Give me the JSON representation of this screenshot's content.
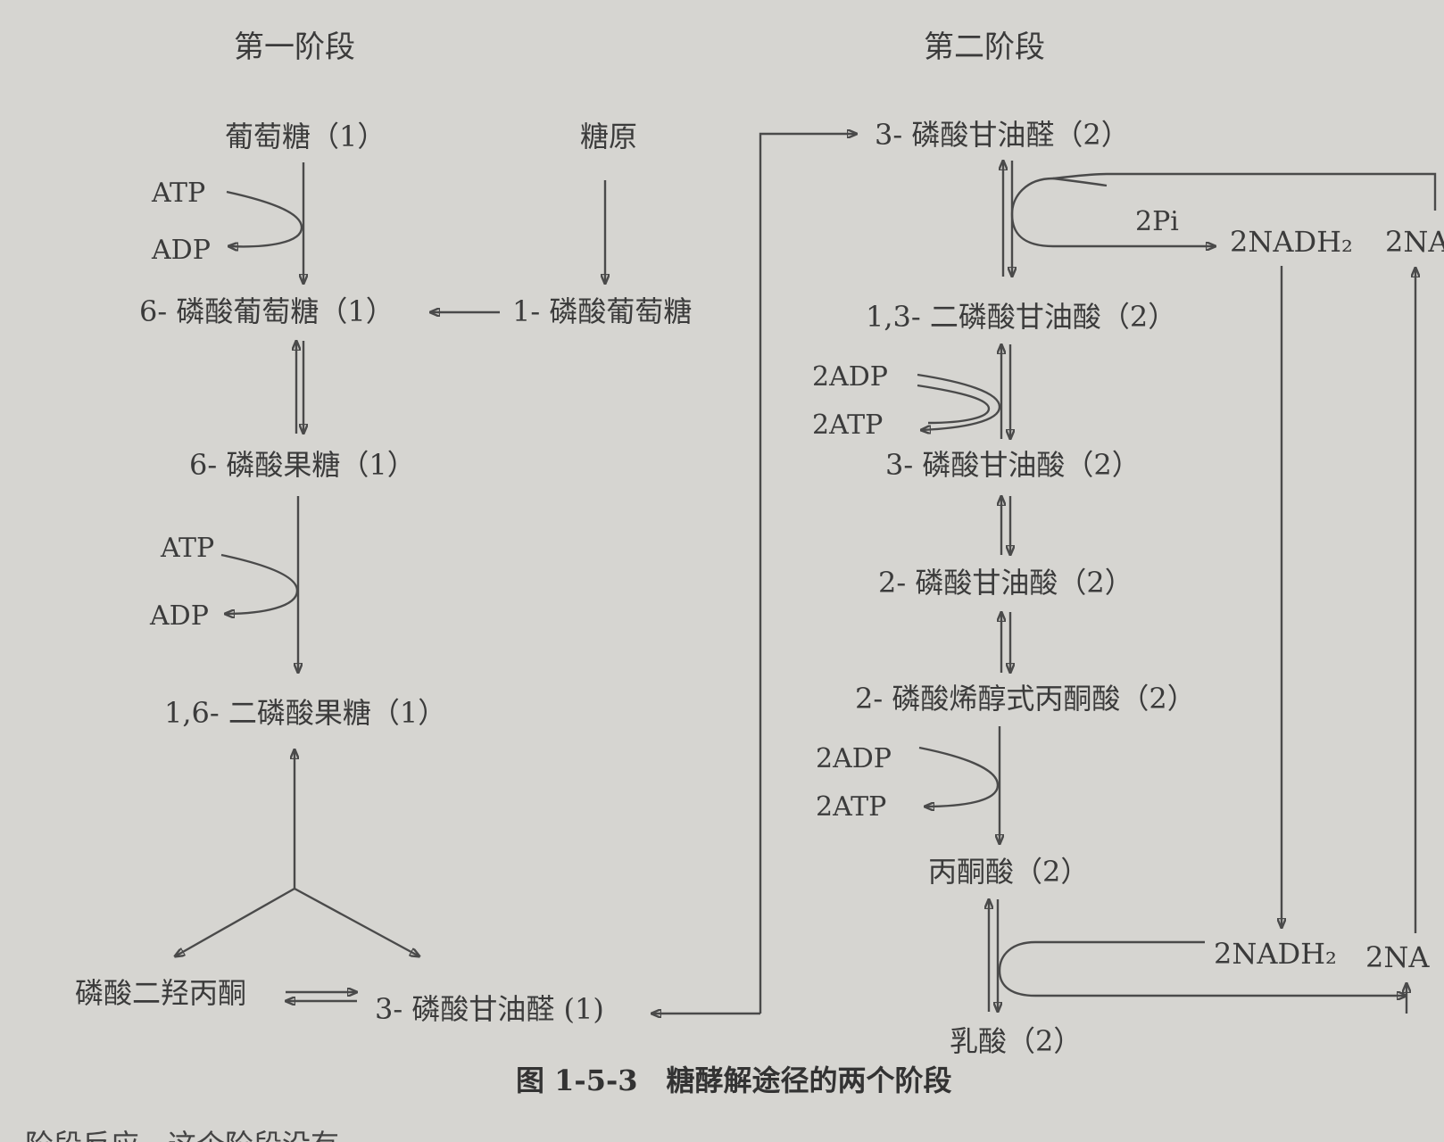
{
  "stage1": {
    "header": "第一阶段",
    "glucose": "葡萄糖（1）",
    "glycogen": "糖原",
    "g6p": "6- 磷酸葡萄糖（1）",
    "g1p": "1- 磷酸葡萄糖",
    "f6p": "6- 磷酸果糖（1）",
    "f16bp": "1,6- 二磷酸果糖（1）",
    "dhap": "磷酸二羟丙酮",
    "g3p": "3- 磷酸甘油醛 (1)",
    "atp_1": "ATP",
    "adp_1": "ADP",
    "atp_2": "ATP",
    "adp_2": "ADP"
  },
  "stage2": {
    "header": "第二阶段",
    "g3p": "3- 磷酸甘油醛（2）",
    "bpg13": "1,3- 二磷酸甘油酸（2）",
    "pg3": "3- 磷酸甘油酸（2）",
    "pg2": "2- 磷酸甘油酸（2）",
    "pep": "2- 磷酸烯醇式丙酮酸（2）",
    "pyruvate": "丙酮酸（2）",
    "lactate": "乳酸（2）",
    "pi": "2Pi",
    "nadh_top": "2NADH₂",
    "nad_top": "2NA",
    "nadh_bottom": "2NADH₂",
    "nad_bottom": "2NA",
    "adp_1": "2ADP",
    "atp_1": "2ATP",
    "adp_2": "2ADP",
    "atp_2": "2ATP"
  },
  "caption": "图 1-5-3　糖酵解途径的两个阶段",
  "bottom_text": "一阶段反应，这个阶段没有"
}
